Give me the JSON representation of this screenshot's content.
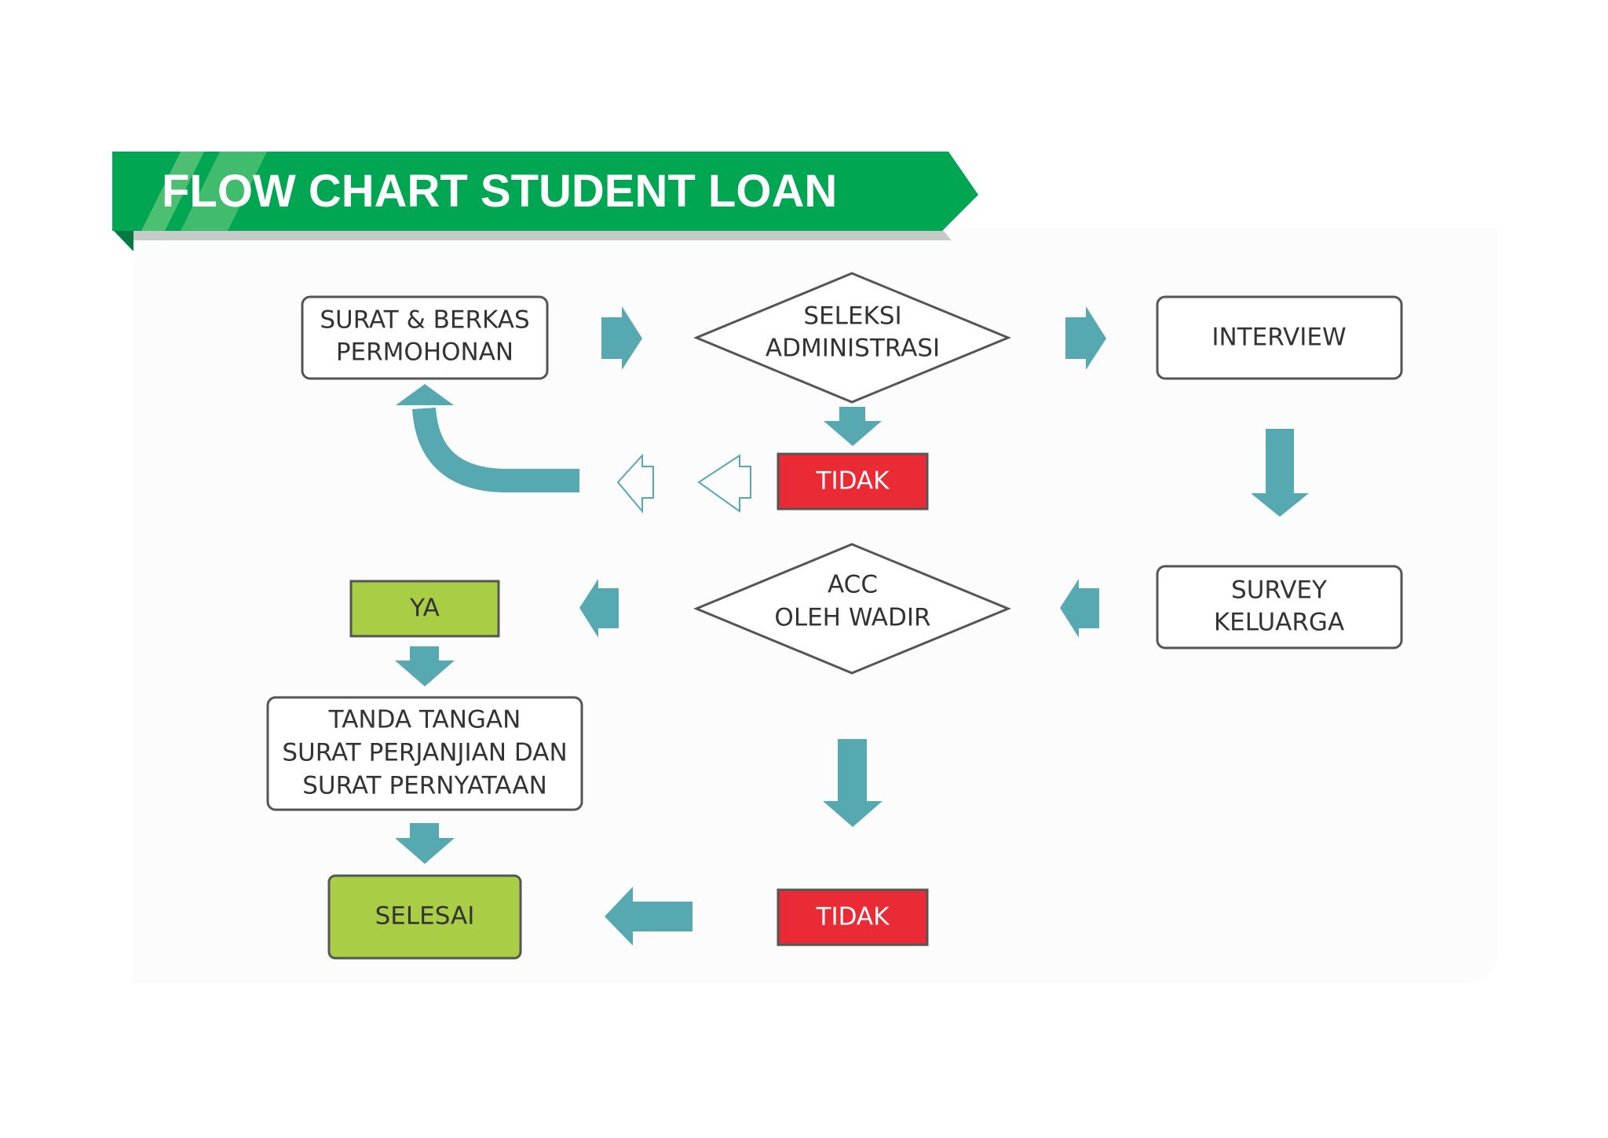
{
  "title": "FLOW CHART STUDENT LOAN",
  "colors": {
    "banner": "#00a651",
    "banner_shadow": "#c4ccc8",
    "arrow": "#56a9b1",
    "no_box": "#ea2a35",
    "yes_box": "#a9cd45",
    "border": "#555555",
    "panel": "#fcfcfc"
  },
  "nodes": {
    "surat_berkas": {
      "line1": "SURAT & BERKAS",
      "line2": "PERMOHONAN"
    },
    "seleksi": {
      "line1": "SELEKSI",
      "line2": "ADMINISTRASI"
    },
    "interview": {
      "label": "INTERVIEW"
    },
    "tidak_1": {
      "label": "TIDAK"
    },
    "survey": {
      "line1": "SURVEY",
      "line2": "KELUARGA"
    },
    "acc": {
      "line1": "ACC",
      "line2": "OLEH WADIR"
    },
    "ya": {
      "label": "YA"
    },
    "tanda_tangan": {
      "line1": "TANDA TANGAN",
      "line2": "SURAT PERJANJIAN DAN",
      "line3": "SURAT PERNYATAAN"
    },
    "tidak_2": {
      "label": "TIDAK"
    },
    "selesai": {
      "label": "SELESAI"
    }
  }
}
